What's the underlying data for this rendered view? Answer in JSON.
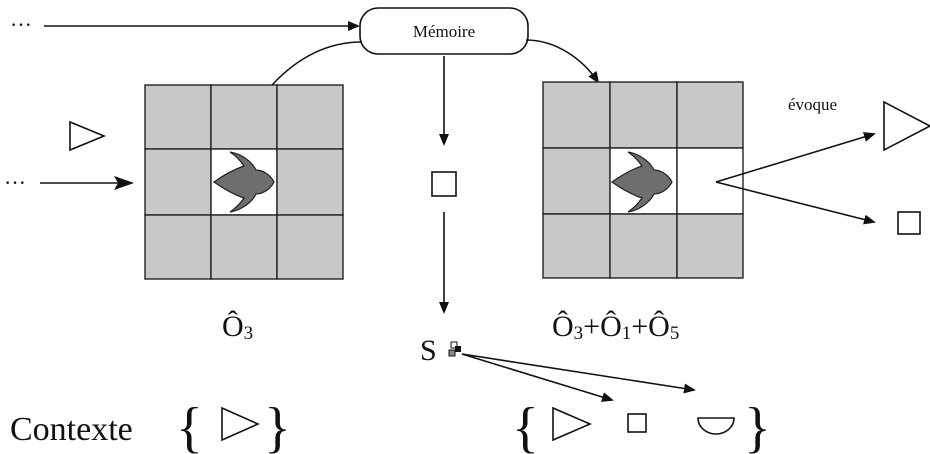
{
  "memory_label": "Mémoire",
  "evoque_label": "évoque",
  "dots_top": "···",
  "dots_left": "···",
  "left_grid_label": {
    "base": "Ô",
    "sub": "3"
  },
  "right_grid_label": [
    {
      "base": "Ô",
      "sub": "3"
    },
    {
      "base": "+Ô",
      "sub": "1"
    },
    {
      "base": "+Ô",
      "sub": "5"
    }
  ],
  "s_label": "S",
  "context_label": "Contexte",
  "brace_open": "{",
  "brace_close": "}"
}
